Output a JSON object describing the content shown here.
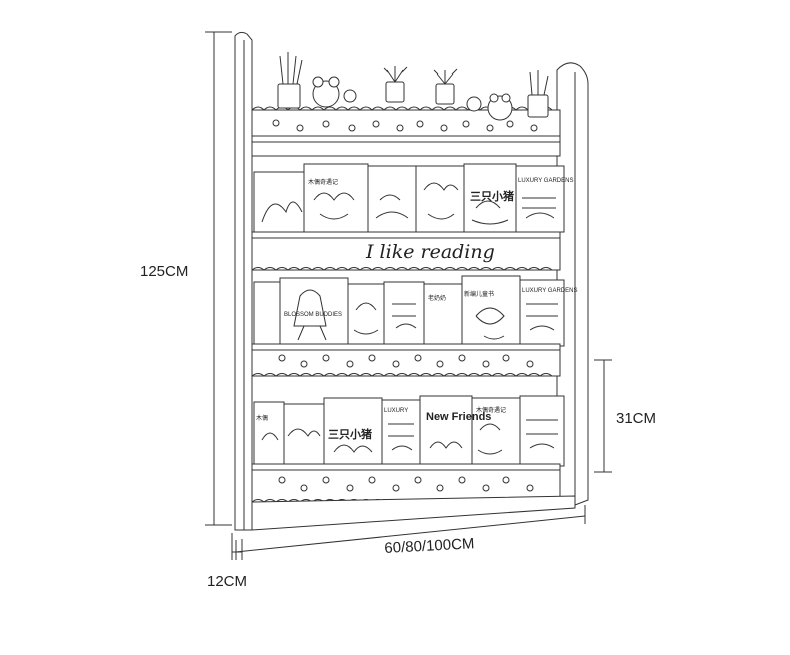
{
  "dimensions": {
    "height": "125CM",
    "shelf_spacing": "31CM",
    "width": "60/80/100CM",
    "depth": "12CM"
  },
  "shelf": {
    "slogan": "I like reading"
  },
  "books": {
    "top": [
      "木偶奇遇记",
      "三只小猪",
      "LUXURY GARDENS"
    ],
    "middle": [
      "BLOSSOM BUDDIES",
      "老奶奶",
      "新编儿童书",
      "LUXURY GARDENS"
    ],
    "bottom": [
      "木偶",
      "三只小猪",
      "LUXURY",
      "New Friends",
      "木偶奇遇记"
    ]
  }
}
